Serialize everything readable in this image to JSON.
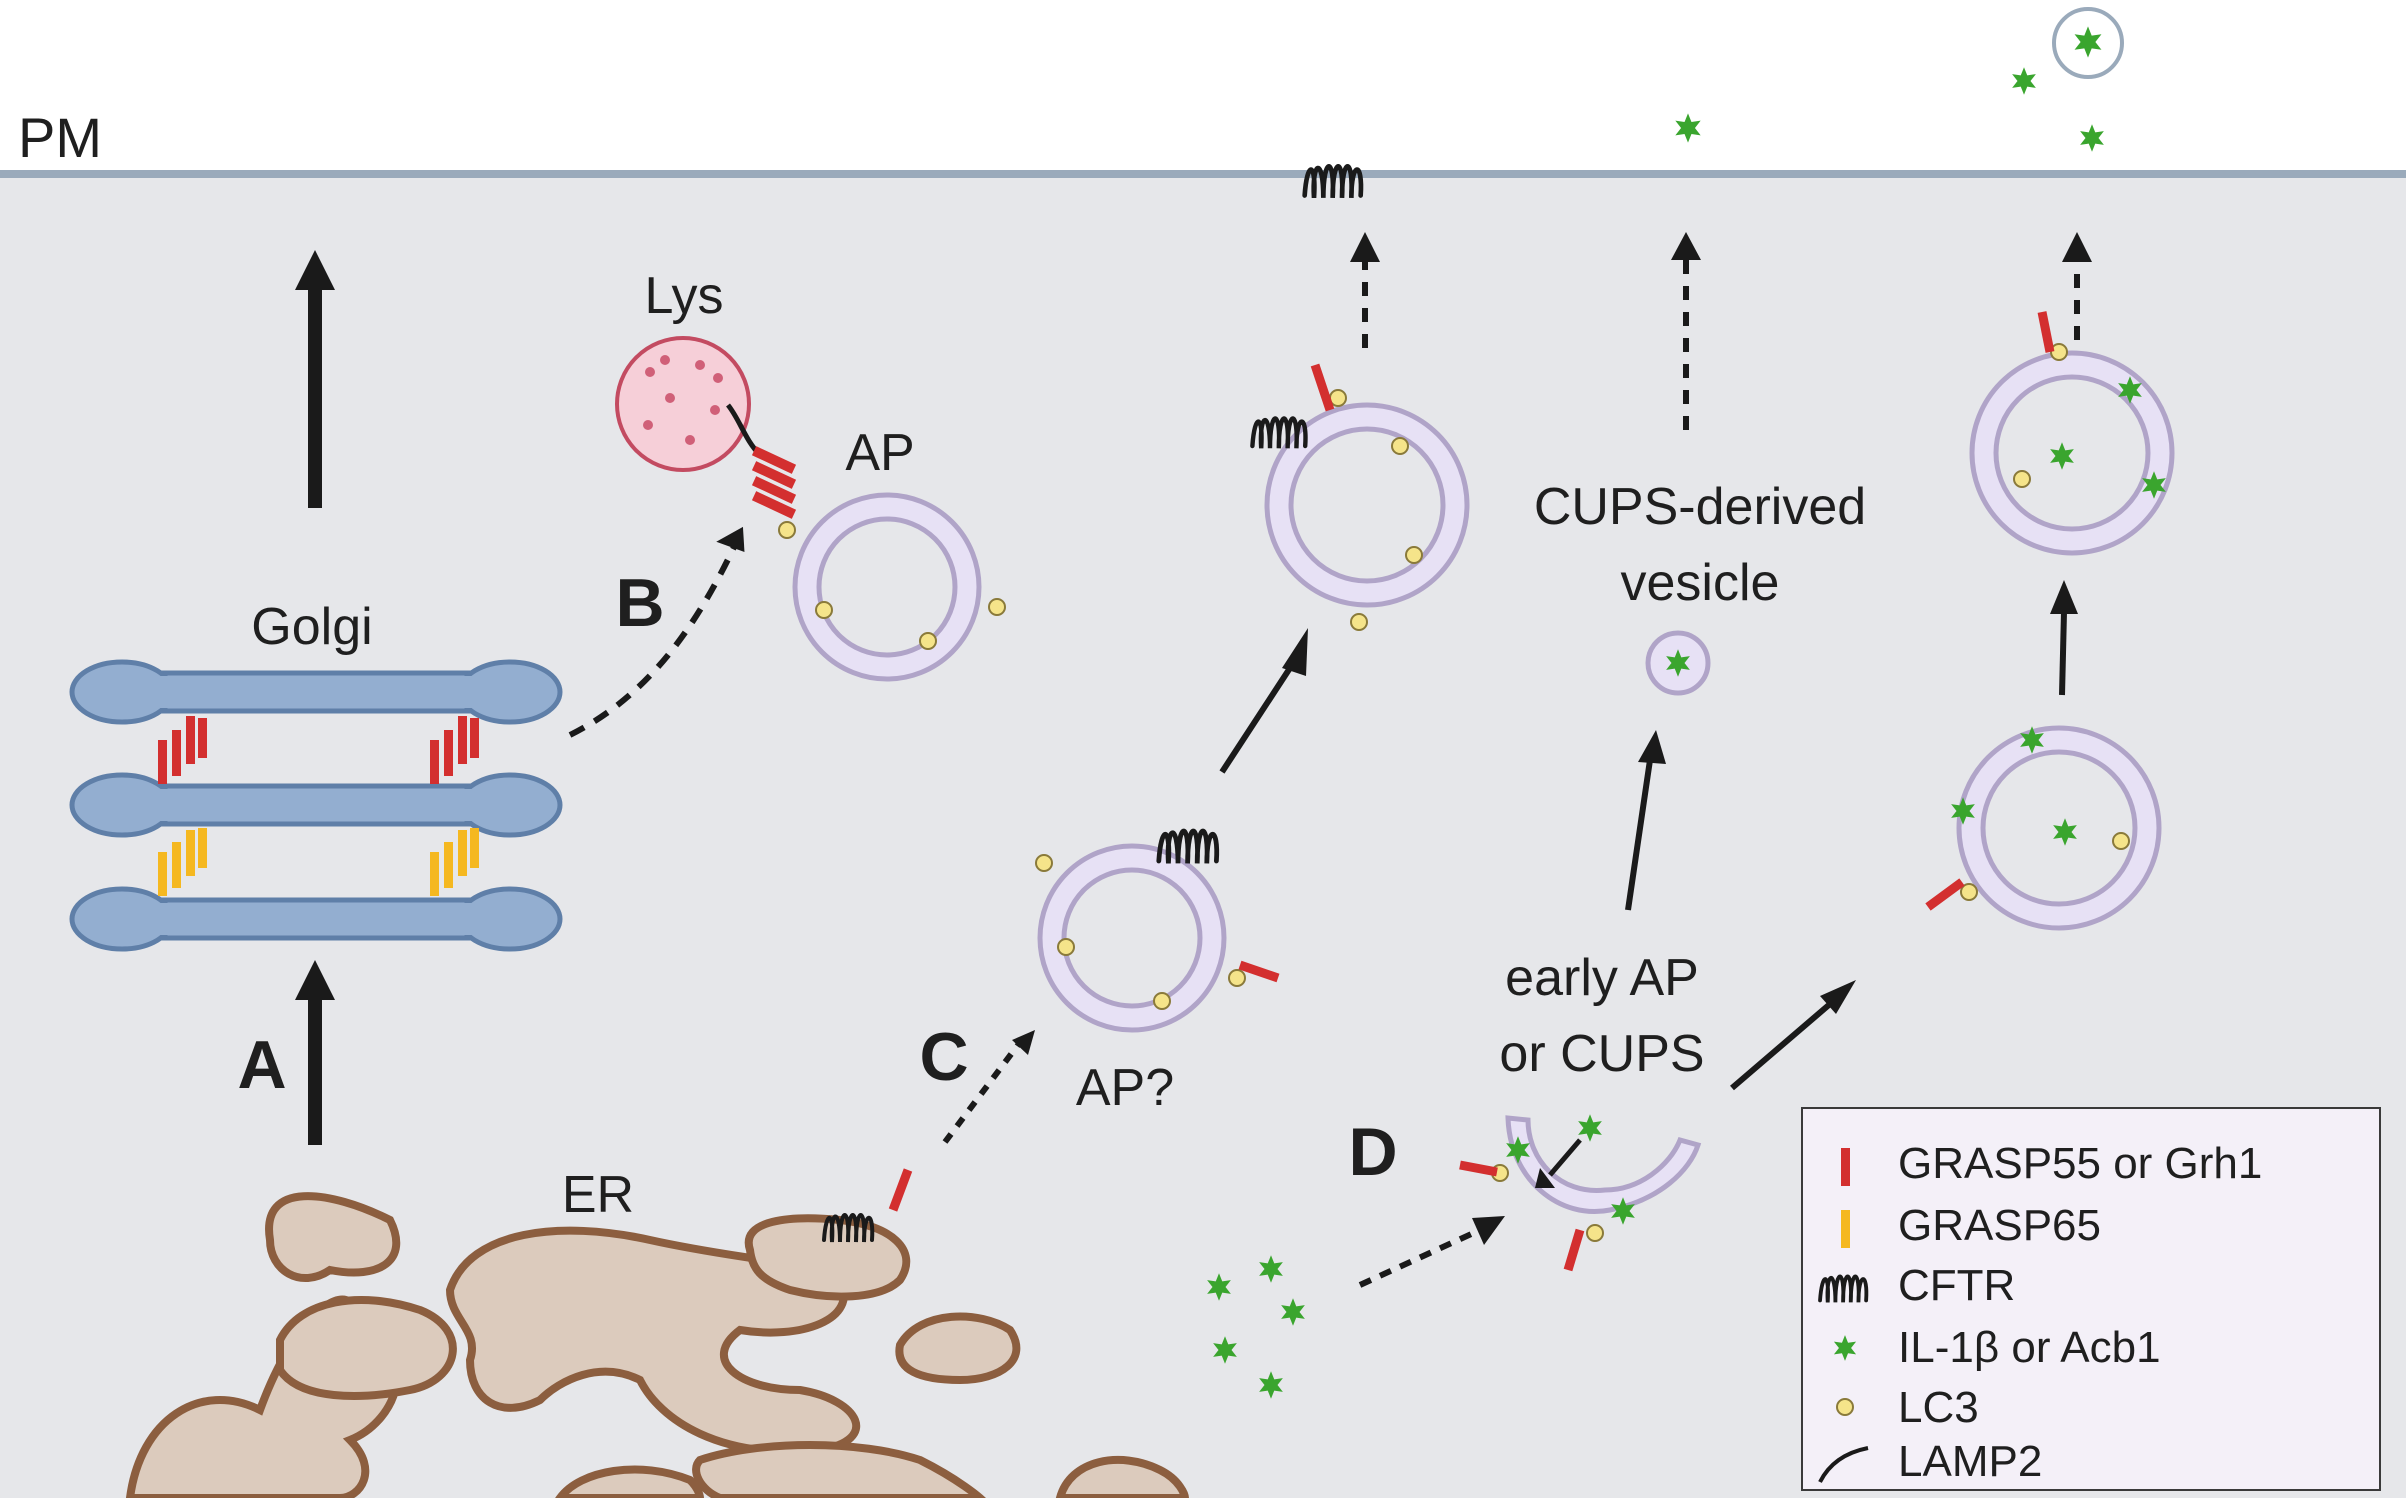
{
  "labels": {
    "pm": "PM",
    "golgi": "Golgi",
    "er": "ER",
    "lys": "Lys",
    "ap": "AP",
    "ap_question": "AP?",
    "cups_vesicle_line1": "CUPS-derived",
    "cups_vesicle_line2": "vesicle",
    "early_ap_line1": "early AP",
    "early_ap_line2": "or CUPS"
  },
  "pathways": {
    "a": "A",
    "b": "B",
    "c": "C",
    "d": "D"
  },
  "legend": {
    "items": [
      {
        "label": "GRASP55 or Grh1",
        "icon": "red-bar-icon",
        "color": "#d32f2f"
      },
      {
        "label": "GRASP65",
        "icon": "yellow-bar-icon",
        "color": "#f5b820"
      },
      {
        "label": "CFTR",
        "icon": "cftr-coil-icon",
        "color": "#1a1a1a"
      },
      {
        "label": "IL-1β or Acb1",
        "icon": "green-star-icon",
        "color": "#3aa52e"
      },
      {
        "label": "LC3",
        "icon": "yellow-dot-icon",
        "color": "#f5e48a"
      },
      {
        "label": "LAMP2",
        "icon": "lamp2-curve-icon",
        "color": "#1a1a1a"
      }
    ]
  },
  "colors": {
    "cytoplasm": "#e6e7ea",
    "membrane": "#9aaabb",
    "golgi_fill": "#93aed0",
    "golgi_stroke": "#5f7fa8",
    "er_fill": "#dccbbd",
    "er_stroke": "#8c5e3f",
    "autophagosome_fill": "#e7e1f5",
    "autophagosome_stroke": "#b0a4c8",
    "lysosome_fill": "#f6cfd8",
    "lysosome_stroke": "#c34b61"
  }
}
